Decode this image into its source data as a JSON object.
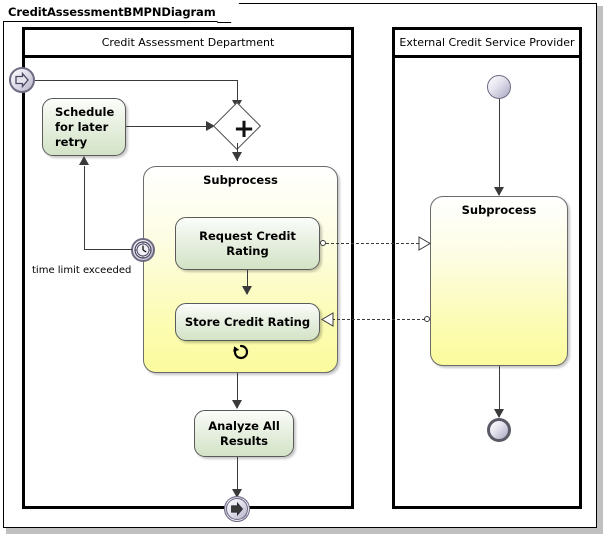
{
  "diagram": {
    "title": "CreditAssessmentBMPNDiagram",
    "type": "BPMN collaboration diagram"
  },
  "pools": [
    {
      "id": "credit-assessment-department",
      "name": "Credit Assessment Department"
    },
    {
      "id": "external-credit-service-provider",
      "name": "External Credit Service Provider"
    }
  ],
  "left_pool": {
    "start_event": {
      "name": "link-start-event",
      "glyph": "arrow-right"
    },
    "task_schedule": {
      "label": "Schedule for later retry",
      "line1": "Schedule",
      "line2": "for later",
      "line3": "retry"
    },
    "gateway": {
      "name": "parallel-gateway",
      "symbol": "+"
    },
    "subprocess": {
      "label": "Subprocess",
      "marker": "loop"
    },
    "task_request": {
      "label": "Request Credit Rating",
      "line1": "Request Credit",
      "line2": "Rating"
    },
    "task_store": {
      "label": "Store Credit Rating"
    },
    "boundary_timer": {
      "name": "timer-boundary-event",
      "label": "time limit exceeded"
    },
    "task_analyze": {
      "label": "Analyze All Results",
      "line1": "Analyze All",
      "line2": "Results"
    },
    "end_event": {
      "name": "link-end-event",
      "glyph": "arrow-right"
    }
  },
  "right_pool": {
    "start_event": {
      "name": "start-event"
    },
    "subprocess": {
      "label": "Subprocess"
    },
    "end_event": {
      "name": "end-event"
    }
  },
  "message_flows": [
    {
      "from": "Request Credit Rating",
      "to": "Subprocess (External)",
      "direction": "left-to-right"
    },
    {
      "from": "Subprocess (External)",
      "to": "Store Credit Rating",
      "direction": "right-to-left"
    }
  ],
  "colors": {
    "task_fill": "#d3e3c6",
    "subprocess_fill": "#fbfb9e",
    "event_fill": "#b7b4c9",
    "border": "#000000",
    "connector": "#3a3a3a"
  }
}
